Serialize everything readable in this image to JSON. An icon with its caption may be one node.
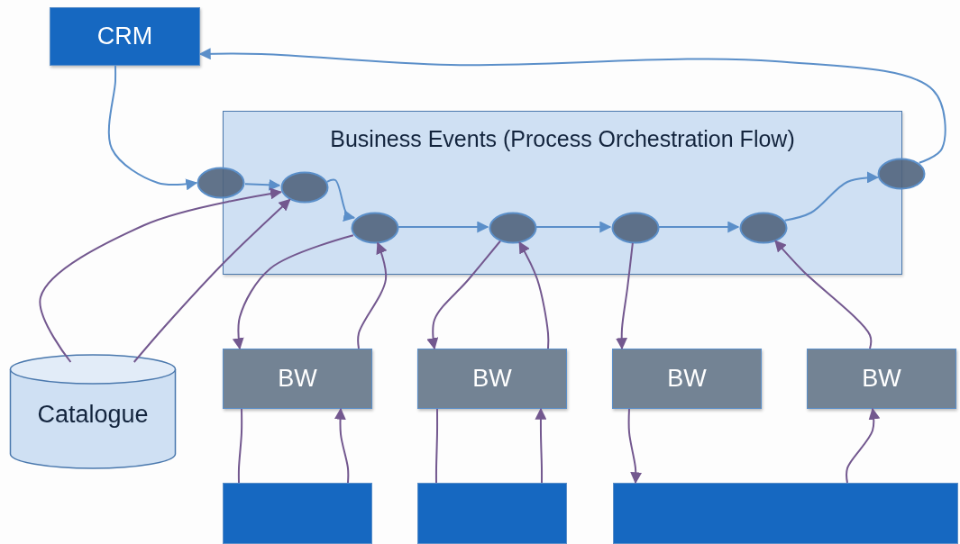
{
  "diagram": {
    "nodes": [
      {
        "text": [
          "CRM"
        ]
      },
      {
        "text": [
          "Business Events (Process Orchestration Flow)"
        ]
      },
      {
        "text": [],
        "shape": "ellipse"
      },
      {
        "text": [],
        "shape": "ellipse",
        "in": 1
      },
      {
        "text": [],
        "shape": "ellipse",
        "in": 1
      },
      {
        "text": [],
        "shape": "ellipse",
        "in": 1
      },
      {
        "text": [],
        "shape": "ellipse",
        "in": 1
      },
      {
        "text": [],
        "shape": "ellipse",
        "in": 1
      },
      {
        "text": [],
        "shape": "ellipse"
      },
      {
        "text": [
          "Catalogue"
        ]
      },
      {
        "text": [
          "BW"
        ]
      },
      {
        "text": [
          "BW"
        ]
      },
      {
        "text": [
          "BW"
        ]
      },
      {
        "text": [
          "BW"
        ]
      },
      {
        "text": [],
        "shape": "box"
      },
      {
        "text": [],
        "shape": "box"
      },
      {
        "text": [],
        "shape": "box"
      }
    ],
    "edges": [
      {
        "from": 0,
        "to": 2,
        "arrow": "to",
        "color": "#5b8fc9"
      },
      {
        "from": 2,
        "to": 3,
        "arrow": "to",
        "color": "#5b8fc9"
      },
      {
        "from": 3,
        "to": 4,
        "arrow": "to",
        "color": "#5b8fc9"
      },
      {
        "from": 4,
        "to": 5,
        "arrow": "to",
        "color": "#5b8fc9"
      },
      {
        "from": 5,
        "to": 6,
        "arrow": "to",
        "color": "#5b8fc9"
      },
      {
        "from": 6,
        "to": 7,
        "arrow": "to",
        "color": "#5b8fc9"
      },
      {
        "from": 7,
        "to": 8,
        "arrow": "to",
        "color": "#5b8fc9"
      },
      {
        "from": 8,
        "to": 0,
        "arrow": "to",
        "color": "#5b8fc9"
      },
      {
        "from": 9,
        "to": 3,
        "arrow": "to"
      },
      {
        "from": 9,
        "to": 3,
        "arrow": "to"
      },
      {
        "from": 4,
        "to": 10,
        "arrow": "to"
      },
      {
        "from": 10,
        "to": 4,
        "arrow": "to"
      },
      {
        "from": 10,
        "to": 14,
        "arrow": "none"
      },
      {
        "from": 14,
        "to": 10,
        "arrow": "to"
      },
      {
        "from": 5,
        "to": 11,
        "arrow": "to"
      },
      {
        "from": 11,
        "to": 5,
        "arrow": "to"
      },
      {
        "from": 11,
        "to": 15,
        "arrow": "none"
      },
      {
        "from": 15,
        "to": 11,
        "arrow": "to"
      },
      {
        "from": 6,
        "to": 12,
        "arrow": "to"
      },
      {
        "from": 12,
        "to": 16,
        "arrow": "to"
      },
      {
        "from": 16,
        "to": 13,
        "arrow": "to"
      },
      {
        "from": 13,
        "to": 7,
        "arrow": "to"
      }
    ]
  }
}
